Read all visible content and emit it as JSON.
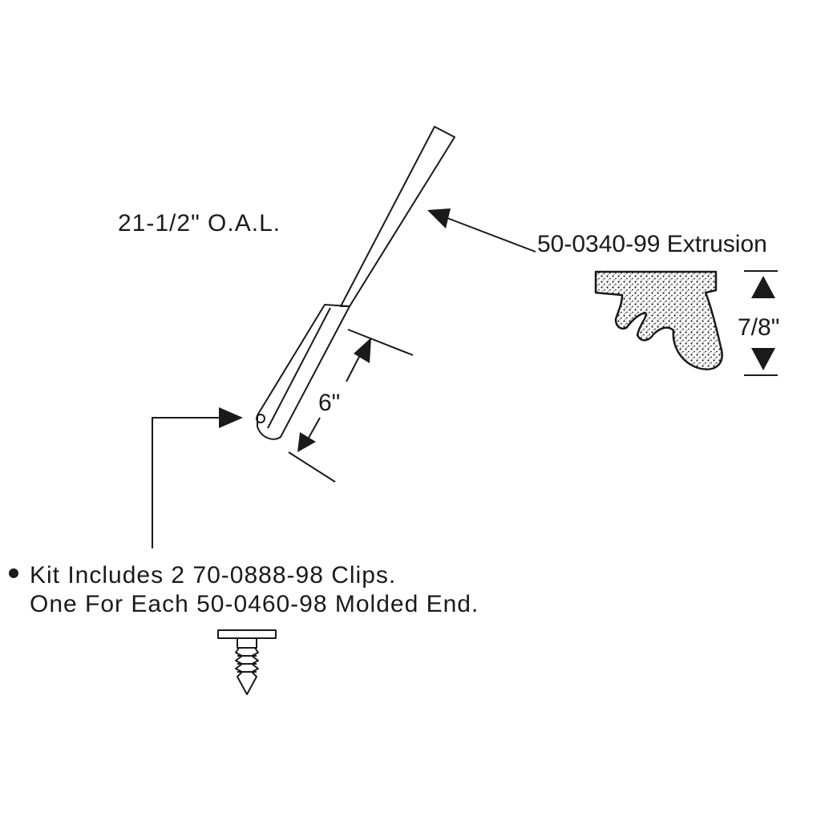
{
  "labels": {
    "overall_length": "21-1/2\" O.A.L.",
    "extrusion_part": "50-0340-99 Extrusion",
    "extrusion_height": "7/8\"",
    "end_length": "6\"",
    "kit_line1": "Kit Includes 2 70-0888-98 Clips.",
    "kit_line2": "One For Each 50-0460-98 Molded End."
  },
  "colors": {
    "ink": "#1a1a1a",
    "background": "#ffffff"
  }
}
